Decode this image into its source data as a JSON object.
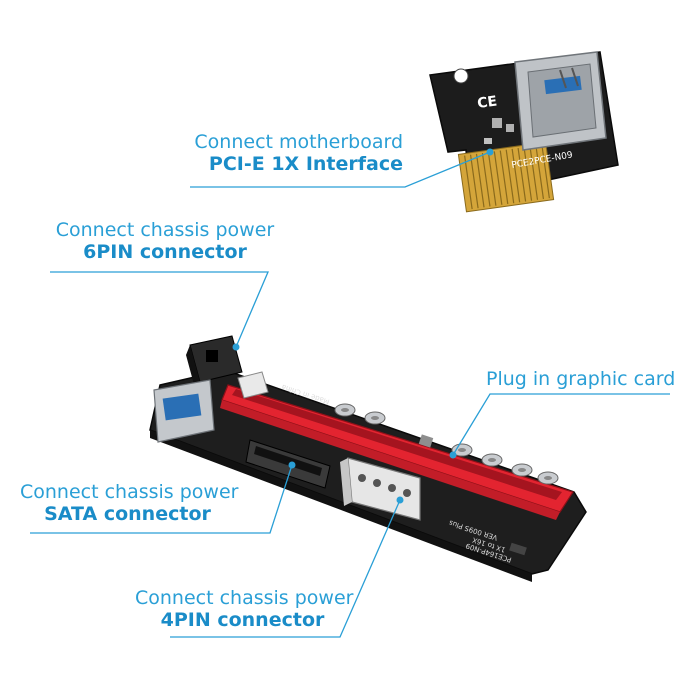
{
  "colors": {
    "accent": "#2a9fd6",
    "accent_bold": "#1a8cc8",
    "pcb_red": "#e32430",
    "pcb_black": "#1c1c1c",
    "gold": "#d4a53a"
  },
  "callouts": {
    "motherboard": {
      "line1": "Connect motherboard",
      "line2": "PCI-E 1X Interface"
    },
    "six_pin": {
      "line1": "Connect chassis power",
      "line2": "6PIN connector"
    },
    "graphic_card": {
      "line1": "Plug in graphic card"
    },
    "sata": {
      "line1": "Connect chassis power",
      "line2": "SATA connector"
    },
    "four_pin": {
      "line1": "Connect chassis power",
      "line2": "4PIN connector"
    }
  },
  "board_markings": {
    "adapter_model": "PCE2PCE-N09",
    "ce_mark": "CE",
    "riser_model": "PCE164P-N09",
    "riser_version": "VER 009S Plus",
    "riser_tag": "1X to 16X",
    "made_in": "Made in China"
  }
}
